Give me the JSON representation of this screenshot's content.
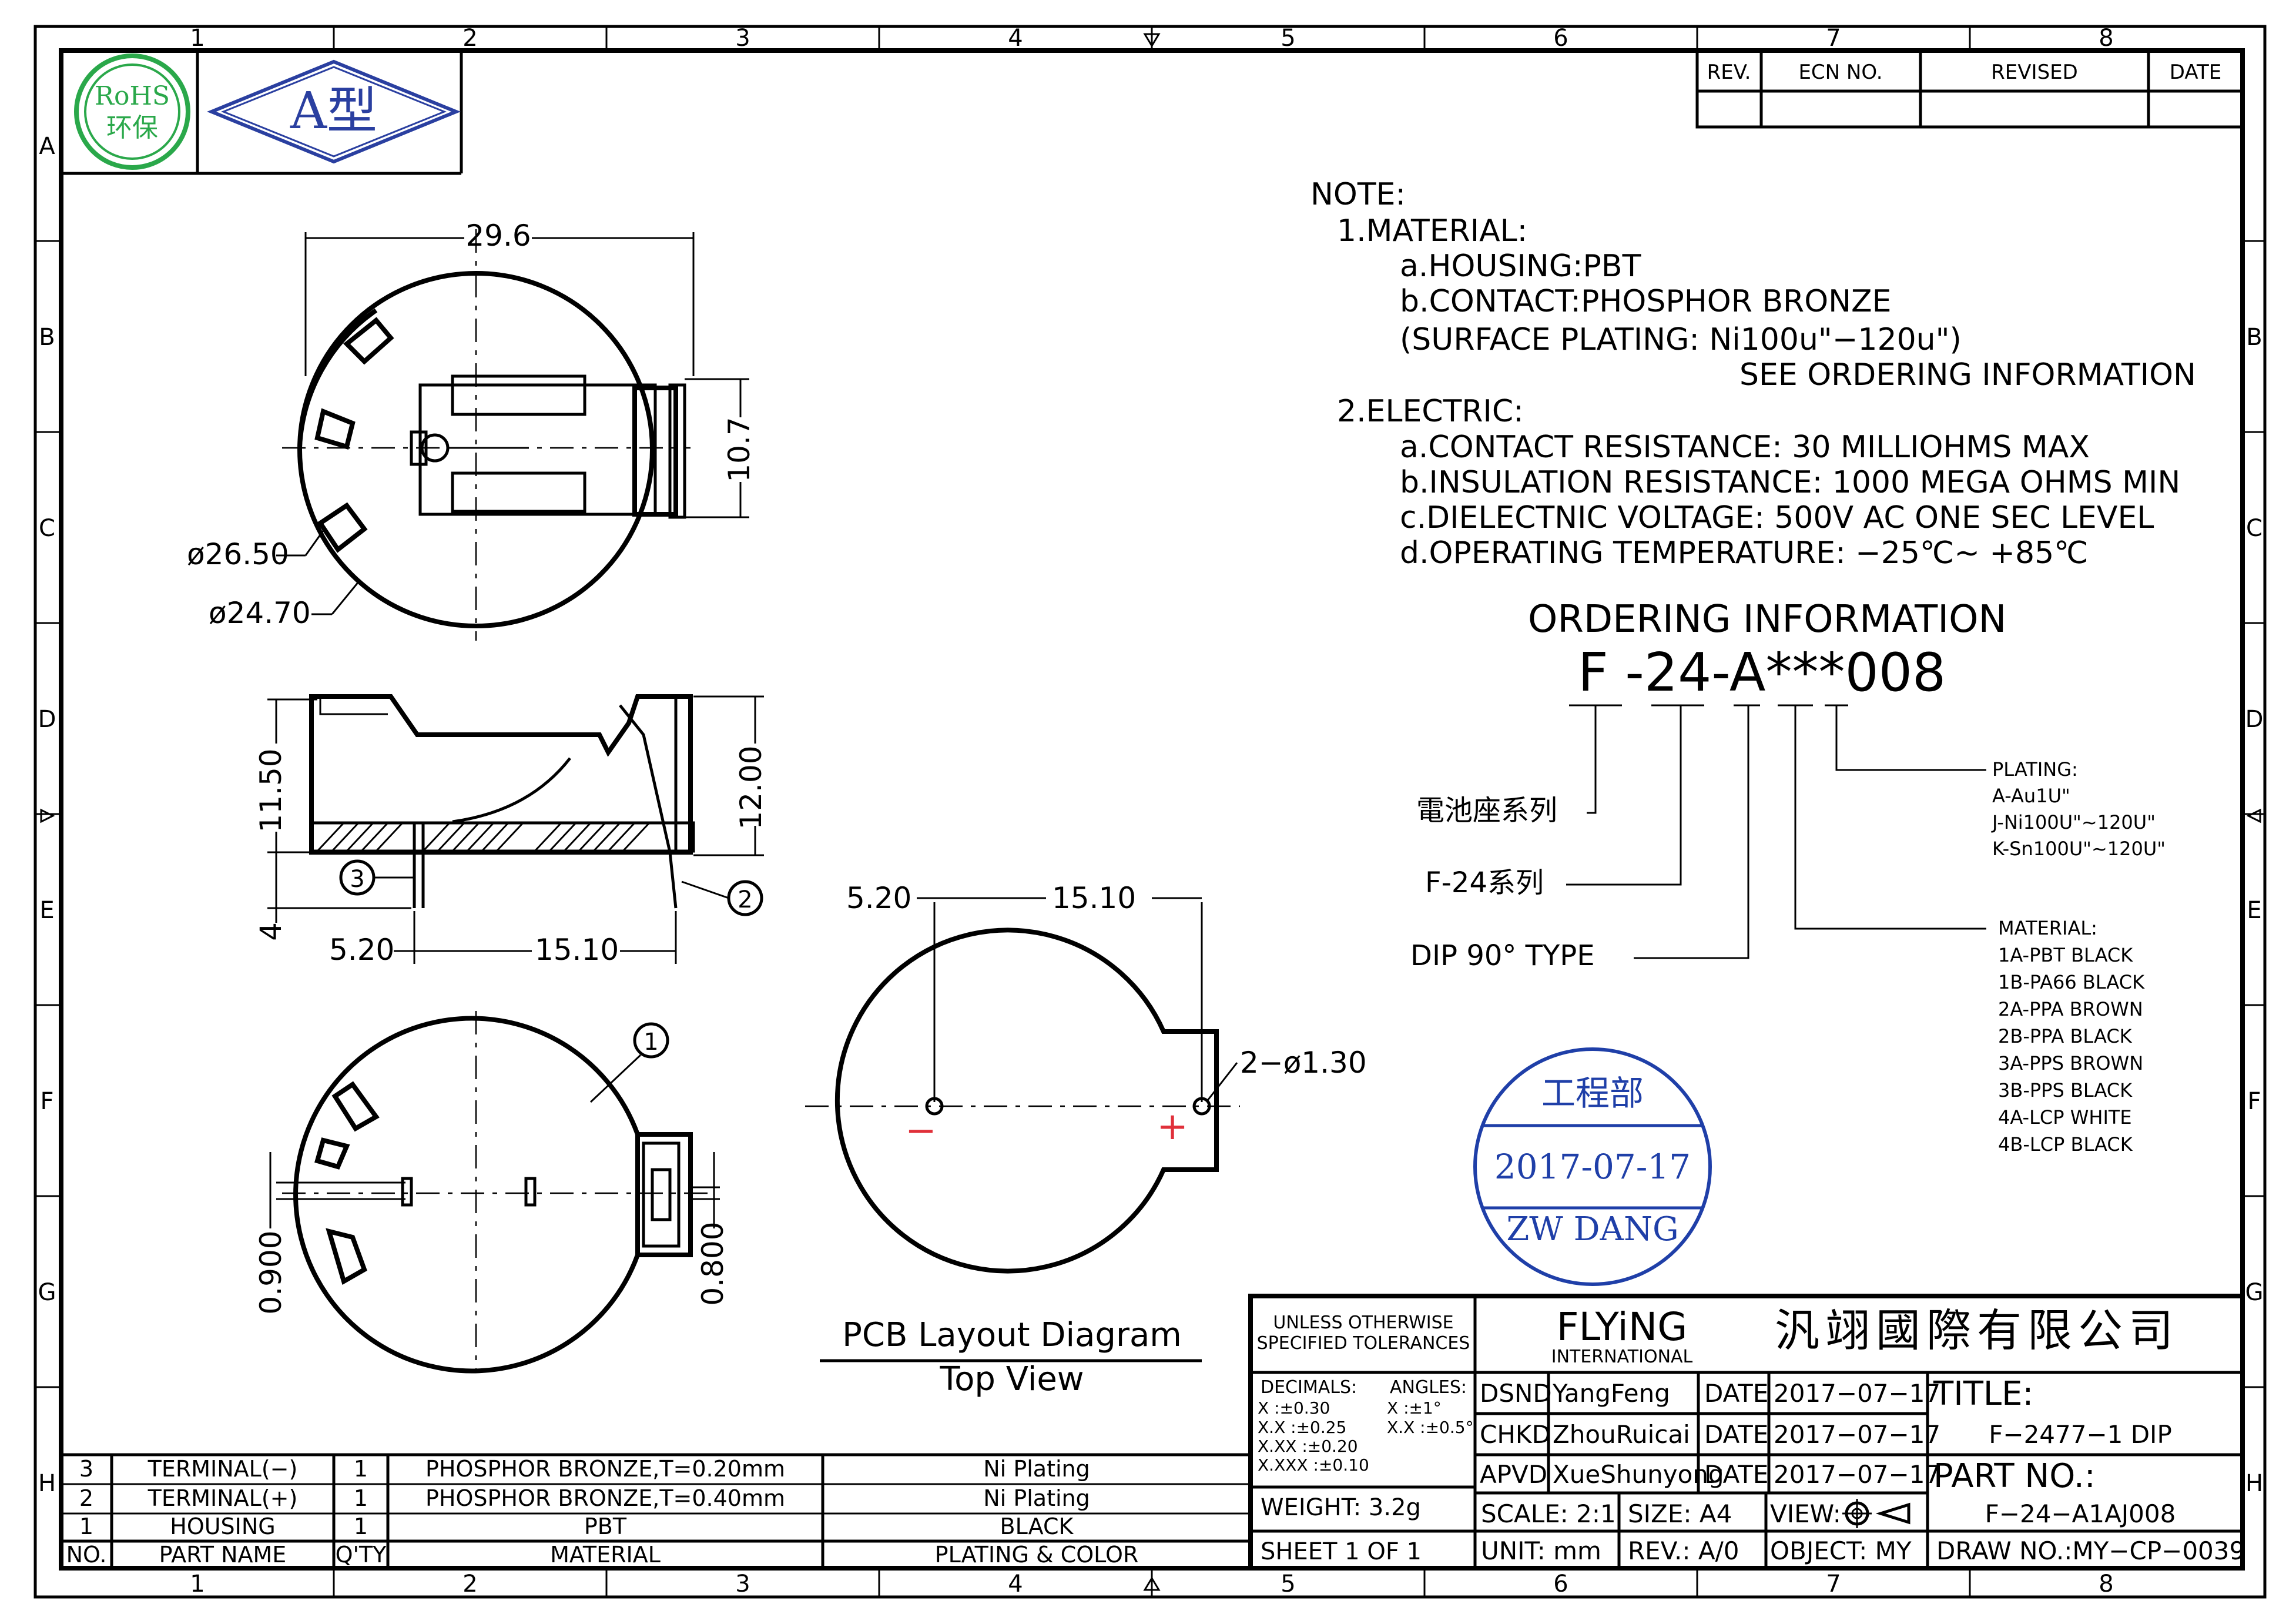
{
  "grid": {
    "cols": [
      "1",
      "2",
      "3",
      "4",
      "5",
      "6",
      "7",
      "8"
    ],
    "rows": [
      "A",
      "B",
      "C",
      "D",
      "E",
      "F",
      "G",
      "H"
    ]
  },
  "logos": {
    "rohs_line1": "RoHS",
    "rohs_line2": "环保",
    "type_label": "A型"
  },
  "revision_table": {
    "headers": [
      "REV.",
      "ECN NO.",
      "REVISED",
      "DATE"
    ]
  },
  "notes": {
    "heading": "NOTE:",
    "lines": [
      "1.MATERIAL:",
      "a.HOUSING:PBT",
      "b.CONTACT:PHOSPHOR  BRONZE",
      "(SURFACE  PLATING:  Ni100u\"−120u\")",
      "SEE  ORDERING  INFORMATION",
      "2.ELECTRIC:",
      "a.CONTACT  RESISTANCE:  30  MILLIOHMS  MAX",
      "b.INSULATION  RESISTANCE:  1000  MEGA  OHMS  MIN",
      "c.DIELECTNIC  VOLTAGE:  500V  AC  ONE  SEC  LEVEL",
      "d.OPERATING  TEMPERATURE:  −25℃~  +85℃"
    ]
  },
  "ordering": {
    "title": "ORDERING  INFORMATION",
    "code": "F -24-A***008",
    "series_cn": "電池座系列",
    "series_f24": "F-24系列",
    "dip_type": "DIP 90°  TYPE",
    "plating_label": "PLATING:",
    "plating_options": [
      "A-Au1U\"",
      "J-Ni100U\"~120U\"",
      "K-Sn100U\"~120U\""
    ],
    "material_label": "MATERIAL:",
    "material_options": [
      "1A-PBT BLACK",
      "1B-PA66 BLACK",
      "2A-PPA BROWN",
      "2B-PPA BLACK",
      "3A-PPS BROWN",
      "3B-PPS BLACK",
      "4A-LCP WHITE",
      "4B-LCP BLACK"
    ]
  },
  "stamp": {
    "dept": "工程部",
    "date": "2017-07-17",
    "name": "ZW DANG"
  },
  "dimensions": {
    "top_width": "29.6",
    "top_height": "10.7",
    "dia_outer": "ø26.50",
    "dia_inner": "ø24.70",
    "side_h1": "11.50",
    "side_h2": "12.00",
    "side_pin": "4",
    "side_gap1": "5.20",
    "side_gap2": "15.10",
    "bottom_h1": "0.900",
    "bottom_h2": "0.800",
    "pcb_gap1": "5.20",
    "pcb_gap2": "15.10",
    "pcb_holes": "2−ø1.30"
  },
  "balloons": {
    "b1": "1",
    "b2": "2",
    "b3": "3"
  },
  "pcb_caption": {
    "line1": "PCB  Layout  Diagram",
    "line2": "Top  View",
    "minus": "−",
    "plus": "+"
  },
  "bom": {
    "headers": [
      "NO.",
      "PART NAME",
      "Q'TY",
      "MATERIAL",
      "PLATING & COLOR"
    ],
    "rows": [
      [
        "3",
        "TERMINAL(−)",
        "1",
        "PHOSPHOR  BRONZE,T=0.20mm",
        "Ni Plating"
      ],
      [
        "2",
        "TERMINAL(+)",
        "1",
        "PHOSPHOR  BRONZE,T=0.40mm",
        "Ni Plating"
      ],
      [
        "1",
        "HOUSING",
        "1",
        "PBT",
        "BLACK"
      ]
    ]
  },
  "title_block": {
    "tol_header": "UNLESS  OTHERWISE SPECIFIED  TOLERANCES",
    "decimals_label": "DECIMALS:",
    "angles_label": "ANGLES:",
    "tol_lines": [
      "X      :±0.30",
      "X.X    :±0.25",
      "X.XX   :±0.20",
      "X.XXX :±0.10"
    ],
    "ang_lines": [
      "X   :±1°",
      "X.X :±0.5°"
    ],
    "weight": "WEIGHT:  3.2g",
    "sheet": "SHEET  1  OF  1",
    "company_en": "FLYiNG",
    "company_en_sub": "INTERNATIONAL",
    "company_cn": "汎翊國際有限公司",
    "dsnd_label": "DSND",
    "dsnd_name": "YangFeng",
    "chkd_label": "CHKD",
    "chkd_name": "ZhouRuicai",
    "apvd_label": "APVD",
    "apvd_name": "XueShunyong",
    "date_label": "DATE",
    "date_value": "2017−07−17",
    "title_label": "TITLE:",
    "title_value": "F−2477−1  DIP",
    "partno_label": "PART  NO.:",
    "partno_value": "F−24−A1AJ008",
    "scale": "SCALE:  2:1",
    "size": "SIZE:  A4",
    "view": "VIEW:",
    "unit": "UNIT:  mm",
    "rev": "REV.:  A/0",
    "object": "OBJECT:  MY",
    "drawno": "DRAW  NO.:MY−CP−0039"
  },
  "colors": {
    "stamp_blue": "#1f3fa8",
    "rohs_green": "#2aa84a",
    "logo_blue": "#2a3fa0",
    "pcb_red": "#e0303a"
  }
}
